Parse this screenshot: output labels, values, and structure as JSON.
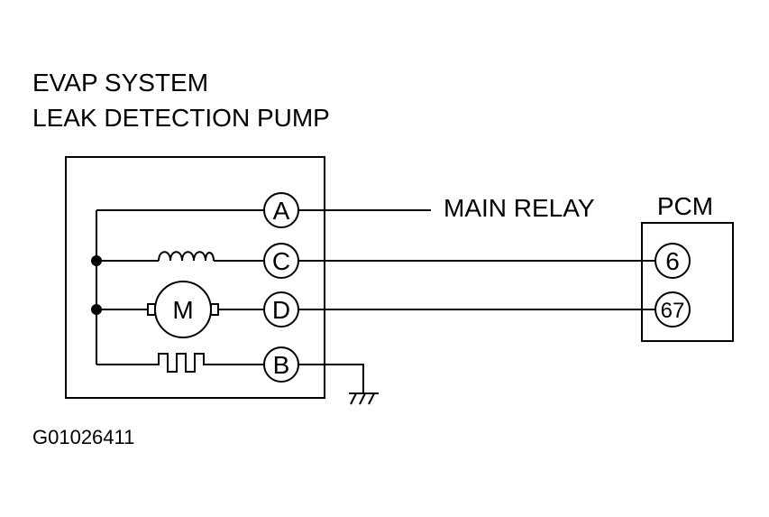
{
  "title": {
    "line1": "EVAP SYSTEM",
    "line2": "LEAK DETECTION PUMP"
  },
  "pump_pins": [
    {
      "id": "A",
      "label": "A"
    },
    {
      "id": "C",
      "label": "C"
    },
    {
      "id": "D",
      "label": "D"
    },
    {
      "id": "B",
      "label": "B"
    }
  ],
  "motor_label": "M",
  "main_relay_label": "MAIN RELAY",
  "pcm": {
    "label": "PCM",
    "pins": [
      {
        "id": "6",
        "label": "6"
      },
      {
        "id": "67",
        "label": "67"
      }
    ]
  },
  "figure_code": "G01026411",
  "icons": {
    "coil": "solenoid-coil-icon",
    "motor": "motor-icon",
    "heater": "heater-resistor-icon",
    "ground": "ground-icon",
    "junction": "junction-dot-icon"
  }
}
